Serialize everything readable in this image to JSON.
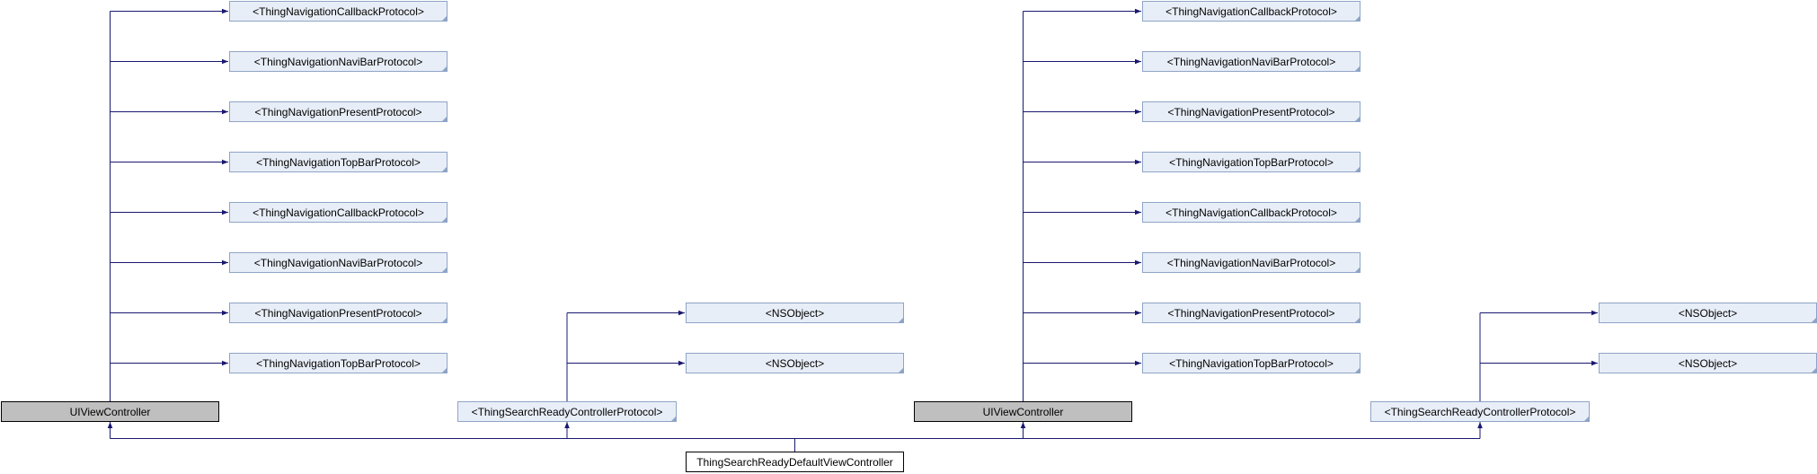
{
  "colors": {
    "proto_fill": "#e8eef7",
    "proto_border": "#8ea4c7",
    "class_fill": "#bfbfbf",
    "class_border": "#000000",
    "root_fill": "#ffffff",
    "edge": "#191970"
  },
  "root": "ThingSearchReadyDefaultViewController",
  "bases": [
    {
      "label": "UIViewController",
      "kind": "class",
      "parents": [
        "<ThingNavigationCallbackProtocol>",
        "<ThingNavigationNaviBarProtocol>",
        "<ThingNavigationPresentProtocol>",
        "<ThingNavigationTopBarProtocol>",
        "<ThingNavigationCallbackProtocol>",
        "<ThingNavigationNaviBarProtocol>",
        "<ThingNavigationPresentProtocol>",
        "<ThingNavigationTopBarProtocol>"
      ]
    },
    {
      "label": "<ThingSearchReadyControllerProtocol>",
      "kind": "protocol",
      "parents": [
        "<NSObject>",
        "<NSObject>"
      ]
    },
    {
      "label": "UIViewController",
      "kind": "class",
      "parents": [
        "<ThingNavigationCallbackProtocol>",
        "<ThingNavigationNaviBarProtocol>",
        "<ThingNavigationPresentProtocol>",
        "<ThingNavigationTopBarProtocol>",
        "<ThingNavigationCallbackProtocol>",
        "<ThingNavigationNaviBarProtocol>",
        "<ThingNavigationPresentProtocol>",
        "<ThingNavigationTopBarProtocol>"
      ]
    },
    {
      "label": "<ThingSearchReadyControllerProtocol>",
      "kind": "protocol",
      "parents": [
        "<NSObject>",
        "<NSObject>"
      ]
    }
  ]
}
